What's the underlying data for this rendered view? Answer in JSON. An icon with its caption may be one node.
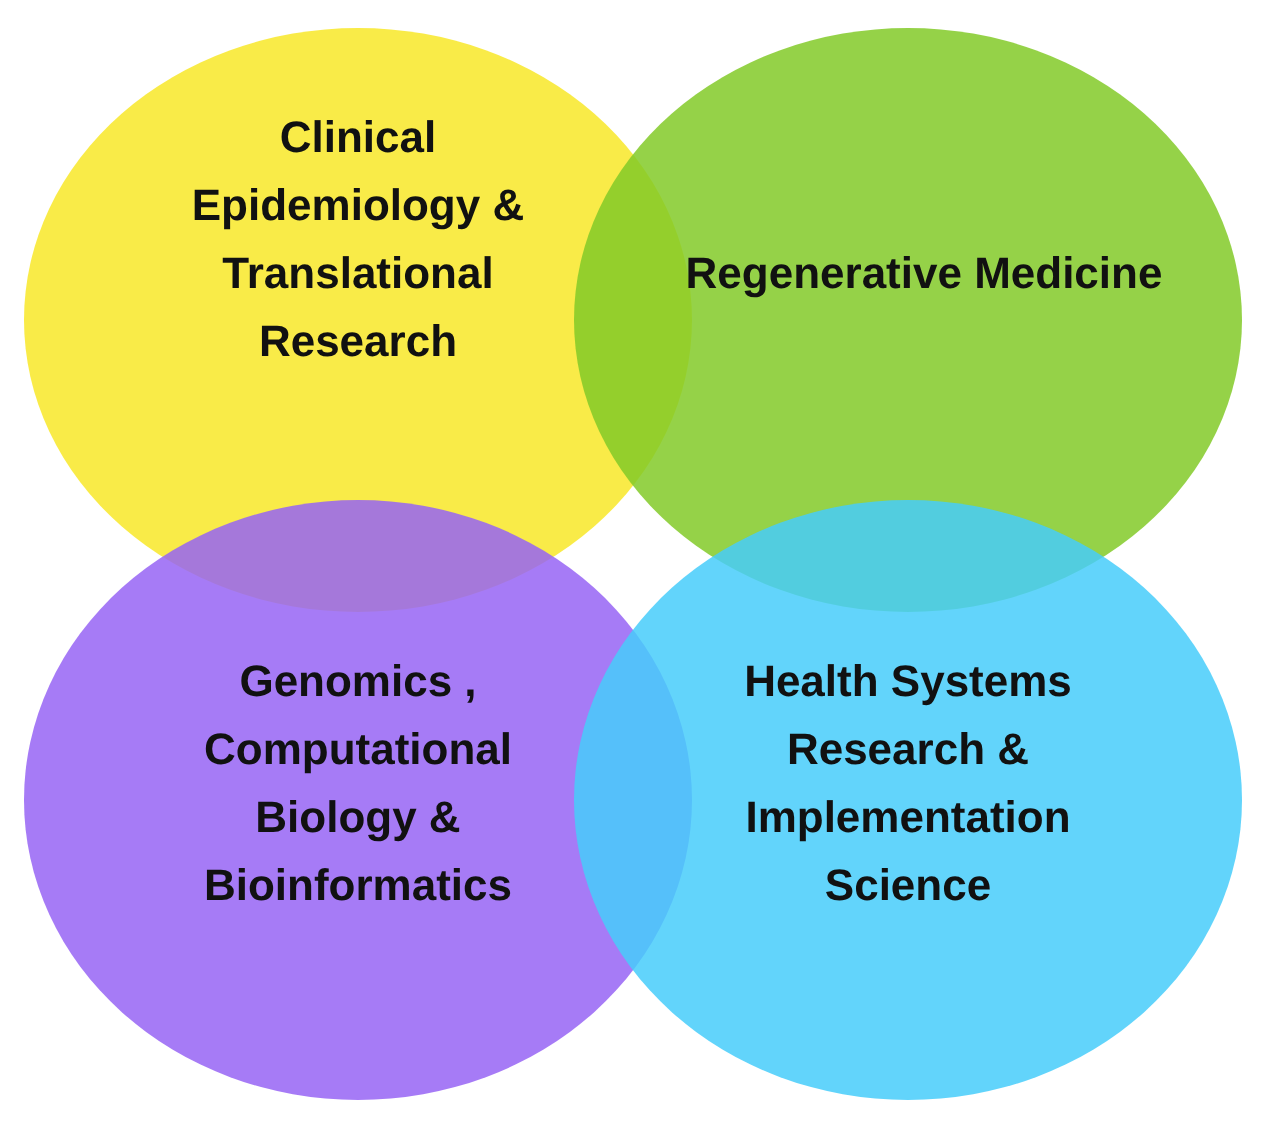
{
  "diagram": {
    "nodes": [
      {
        "text": [
          "Clinical Epidemiology & Translational Research"
        ]
      },
      {
        "text": [
          "Regenerative Medicine"
        ]
      },
      {
        "text": [
          "Genomics , Computational Biology & Bioinformatics"
        ]
      },
      {
        "text": [
          "Health Systems Research & Implementation Science"
        ]
      }
    ]
  }
}
